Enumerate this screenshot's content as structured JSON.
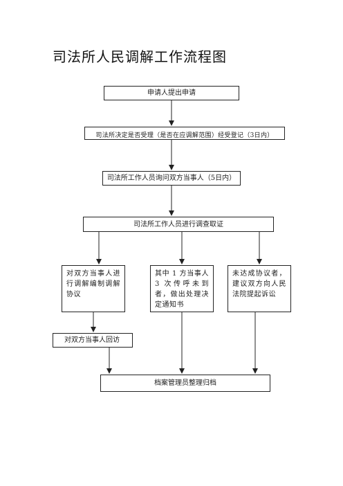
{
  "title": "司法所人民调解工作流程图",
  "steps": {
    "apply": "申请人提出申请",
    "review": "司法所决定是否受理（是否在应调解范围）经受登记（3日内）",
    "inquire": "司法所工作人员询问双方当事人（5日内）",
    "investigate": "司法所工作人员进行调查取证",
    "mediate": "对双方当事人进行调解编制调解协议",
    "absent": "其中 1 方当事人 3 次传呼未到者，做出处理决定通知书",
    "no_agreement": "未达成协议者，建议双方向人民法院提起诉讼",
    "follow_up": "对双方当事人回访",
    "archive": "档案管理员整理归档"
  },
  "colors": {
    "line": "#222222",
    "border": "#222222",
    "text": "#222222"
  }
}
